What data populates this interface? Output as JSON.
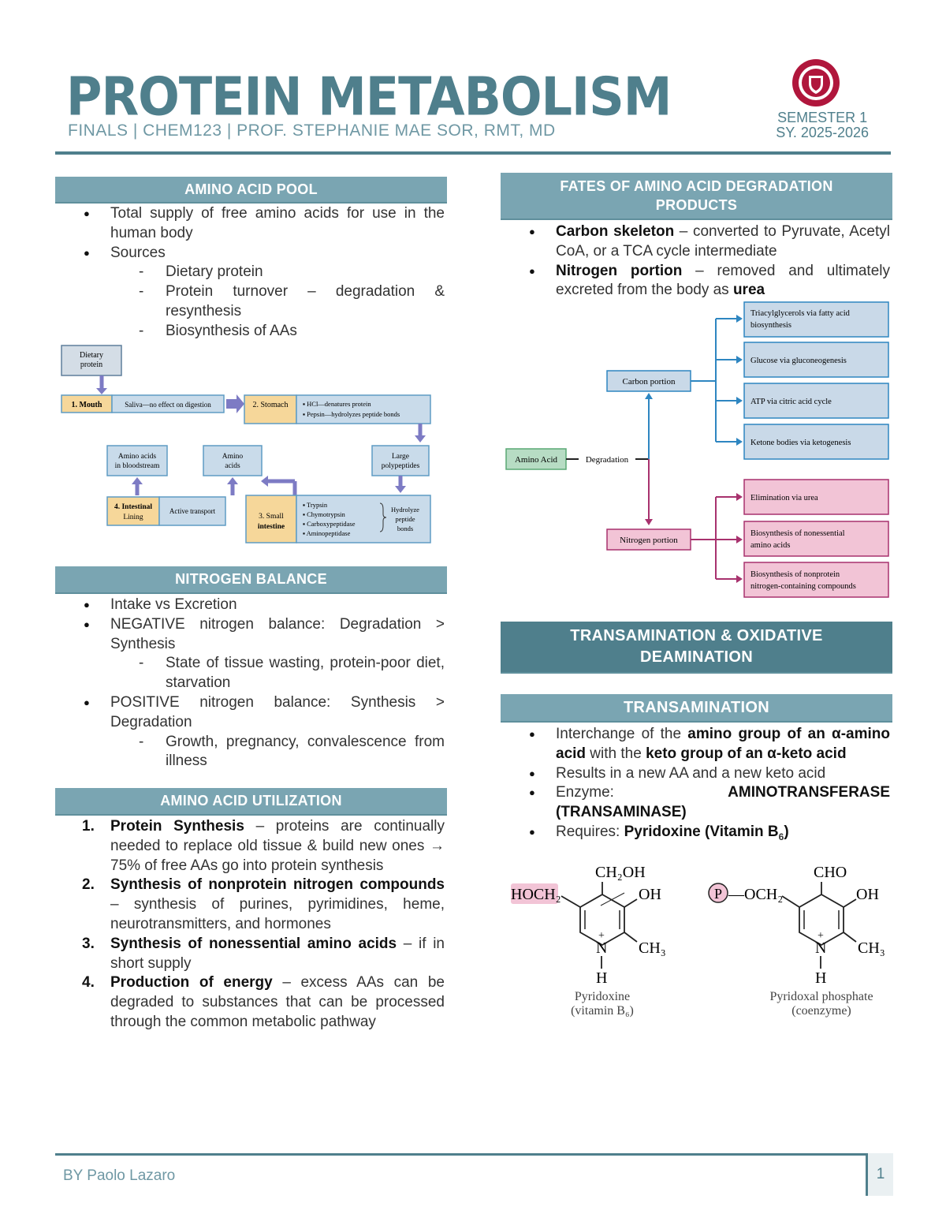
{
  "header": {
    "title": "PROTEIN METABOLISM",
    "subtitle": "FINALS | CHEM123 | PROF. STEPHANIE MAE SOR, RMT, MD",
    "semester": "SEMESTER 1",
    "school_year": "SY. 2025-2026"
  },
  "amino_acid_pool": {
    "heading": "AMINO ACID POOL",
    "bullet1": "Total supply of free amino acids for use in the human body",
    "bullet2": "Sources",
    "sources": [
      "Dietary protein",
      "Protein turnover – degradation & resynthesis",
      "Biosynthesis of AAs"
    ]
  },
  "digestion_diagram": {
    "dietary": [
      "Dietary",
      "protein"
    ],
    "mouth": "1. Mouth",
    "saliva": "Saliva—no effect on digestion",
    "stomach": "2. Stomach",
    "hcl": "HCl—denatures protein",
    "pepsin": "Pepsin—hydrolyzes peptide bonds",
    "large_poly": [
      "Large",
      "polypeptides"
    ],
    "aa_blood": [
      "Amino acids",
      "in bloodstream"
    ],
    "amino_acids": [
      "Amino",
      "acids"
    ],
    "intestinal": [
      "4. Intestinal",
      "Lining"
    ],
    "active": "Active transport",
    "small": [
      "3. Small",
      "intestine"
    ],
    "enzymes": [
      "Trypsin",
      "Chymotrypsin",
      "Carboxypeptidase",
      "Aminopeptidase"
    ],
    "hydrolyze": [
      "Hydrolyze",
      "peptide",
      "bonds"
    ]
  },
  "nitrogen_balance": {
    "heading": "NITROGEN BALANCE",
    "b1": "Intake vs Excretion",
    "b2": "NEGATIVE nitrogen balance: Degradation > Synthesis",
    "b2_sub": "State of tissue wasting, protein-poor diet, starvation",
    "b3": "POSITIVE nitrogen balance: Synthesis > Degradation",
    "b3_sub": "Growth, pregnancy, convalescence from illness"
  },
  "utilization": {
    "heading": "AMINO ACID UTILIZATION",
    "items": [
      {
        "num": "1.",
        "bold": "Protein Synthesis",
        "text": " – proteins are continually needed to replace old tissue & build new ones → 75% of free AAs go into protein synthesis"
      },
      {
        "num": "2.",
        "bold": "Synthesis of nonprotein nitrogen compounds",
        "text": " – synthesis of purines, pyrimidines, heme, neurotransmitters, and hormones"
      },
      {
        "num": "3.",
        "bold": "Synthesis of nonessential amino acids",
        "text": " – if in short supply"
      },
      {
        "num": "4.",
        "bold": "Production of energy",
        "text": " – excess AAs can be degraded to substances that can be processed through the common metabolic pathway"
      }
    ]
  },
  "fates": {
    "heading_line1": "FATES OF AMINO ACID DEGRADATION",
    "heading_line2": "PRODUCTS",
    "b1_bold": "Carbon skeleton",
    "b1_text": " – converted to Pyruvate, Acetyl CoA, or a TCA cycle intermediate",
    "b2_bold": "Nitrogen portion",
    "b2_text": " – removed and ultimately excreted from the body as ",
    "b2_end": "urea"
  },
  "fate_diagram": {
    "amino_acid": "Amino Acid",
    "degradation": "Degradation",
    "carbon": "Carbon portion",
    "nitrogen": "Nitrogen portion",
    "carbon_fates": [
      [
        "Triacylglycerols via fatty acid",
        "biosynthesis"
      ],
      [
        "Glucose via gluconeogenesis"
      ],
      [
        "ATP via citric acid cycle"
      ],
      [
        "Ketone bodies via ketogenesis"
      ]
    ],
    "nitrogen_fates": [
      [
        "Elimination via urea"
      ],
      [
        "Biosynthesis of nonessential",
        "amino acids"
      ],
      [
        "Biosynthesis of nonprotein",
        "nitrogen-containing compounds"
      ]
    ],
    "colors": {
      "blue": "#2e86c1",
      "pink": "#a8326e",
      "blue_box": "#c9d9e8",
      "pink_box": "#f2c4d6",
      "green_box": "#b7dcc4"
    }
  },
  "trans_ox": {
    "line1": "TRANSAMINATION & OXIDATIVE",
    "line2": "DEAMINATION"
  },
  "transamination": {
    "heading": "TRANSAMINATION",
    "b1_parts": [
      "Interchange of the ",
      "amino group of an α-amino acid",
      " with the ",
      "keto group of an α-keto acid"
    ],
    "b2": "Results in a new AA and a new keto acid",
    "b3_label": "Enzyme: ",
    "b3_bold": "AMINOTRANSFERASE (TRANSAMINASE)",
    "b4_label": "Requires: ",
    "b4_bold": "Pyridoxine (Vitamin B",
    "b4_sub": "6",
    "b4_end": ")"
  },
  "chemistry": {
    "left": {
      "top": "CH₂OH",
      "left": "HOCH₂",
      "oh": "OH",
      "n": "N",
      "plus": "+",
      "ch3": "CH₃",
      "h": "H",
      "name": "Pyridoxine",
      "paren": "(vitamin B₆)"
    },
    "right": {
      "top": "CHO",
      "p": "P",
      "left": "—OCH₂",
      "oh": "OH",
      "n": "N",
      "plus": "+",
      "ch3": "CH₃",
      "h": "H",
      "name": "Pyridoxal phosphate",
      "paren": "(coenzyme)"
    }
  },
  "footer": {
    "author": "BY Paolo Lazaro",
    "page": "1"
  }
}
